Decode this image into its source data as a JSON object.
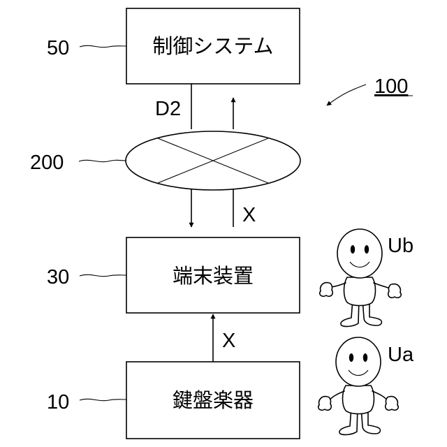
{
  "blocks": {
    "control_system": {
      "label": "制御システム",
      "ref": "50"
    },
    "network": {
      "ref": "200"
    },
    "terminal": {
      "label": "端末装置",
      "ref": "30"
    },
    "keyboard": {
      "label": "鍵盤楽器",
      "ref": "10"
    }
  },
  "system_ref": "100",
  "signals": {
    "down_label": "D2",
    "up_label": "X",
    "lower_label": "X"
  },
  "users": {
    "upper": "Ub",
    "lower": "Ua"
  }
}
